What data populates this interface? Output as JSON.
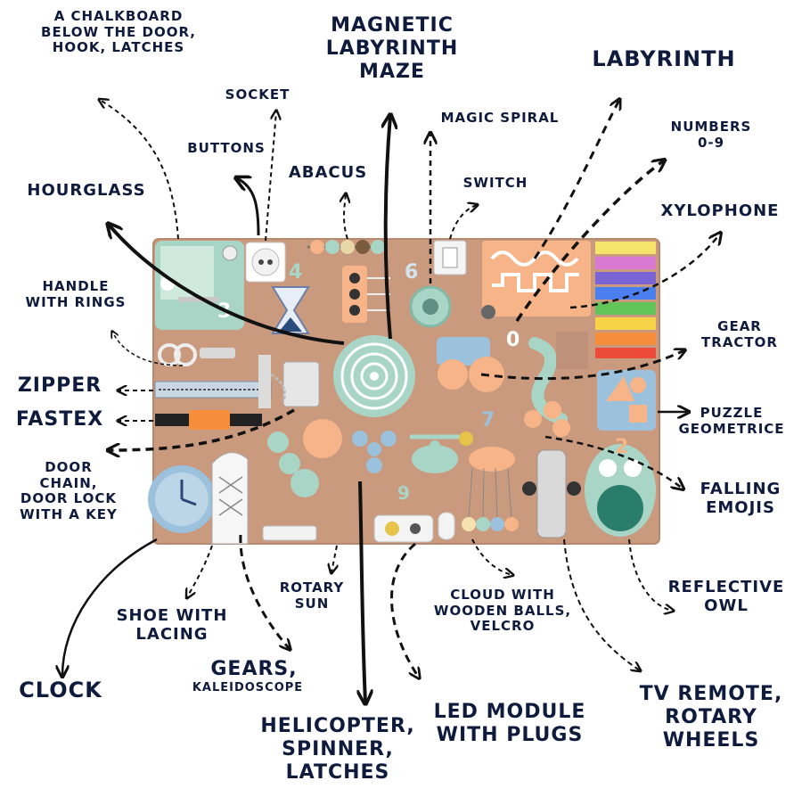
{
  "labels": {
    "chalkboard": "A CHALKBOARD\nBELOW THE DOOR,\nHOOK, LATCHES",
    "magnetic": "MAGNETIC\nLABYRINTH\nMAZE",
    "labyrinth": "LABYRINTH",
    "socket": "SOCKET",
    "magic_spiral": "MAGIC SPIRAL",
    "numbers": "NUMBERS\n0-9",
    "buttons": "BUTTONS",
    "abacus": "ABACUS",
    "hourglass": "HOURGLASS",
    "switch": "SWITCH",
    "xylophone": "XYLOPHONE",
    "handle": "HANDLE\nWITH RINGS",
    "gear_tractor": "GEAR\nTRACTOR",
    "zipper": "ZIPPER",
    "fastex": "FASTEX",
    "puzzle": "PUZZLE\nGEOMETRICE",
    "door_chain": "DOOR\nCHAIN,\nDOOR LOCK\nWITH A KEY",
    "falling": "FALLING\nEMOJIS",
    "rotary_sun": "ROTARY\nSUN",
    "cloud": "CLOUD WITH\nWOODEN BALLS,\nVELCRO",
    "reflective": "REFLECTIVE\nOWL",
    "shoe": "SHOE WITH\nLACING",
    "gears": "GEARS,",
    "kaleidoscope": "KALEIDOSCOPE",
    "clock": "CLOCK",
    "led": "LED MODULE\nWITH PLUGS",
    "tv": "TV REMOTE,\nROTARY\nWHEELS",
    "helicopter": "HELICOPTER,\nSPINNER,\nLATCHES"
  },
  "board_numbers": {
    "n4": "4",
    "n6": "6",
    "n3": "3",
    "n0": "0",
    "n7": "7",
    "n2": "2",
    "n9": "9"
  },
  "colors": {
    "board": "#c99a7e",
    "mint": "#a9d5c7",
    "peach": "#f6b488",
    "sky": "#9cc1dc",
    "text": "#0f1b3d",
    "arrow": "#111111"
  }
}
